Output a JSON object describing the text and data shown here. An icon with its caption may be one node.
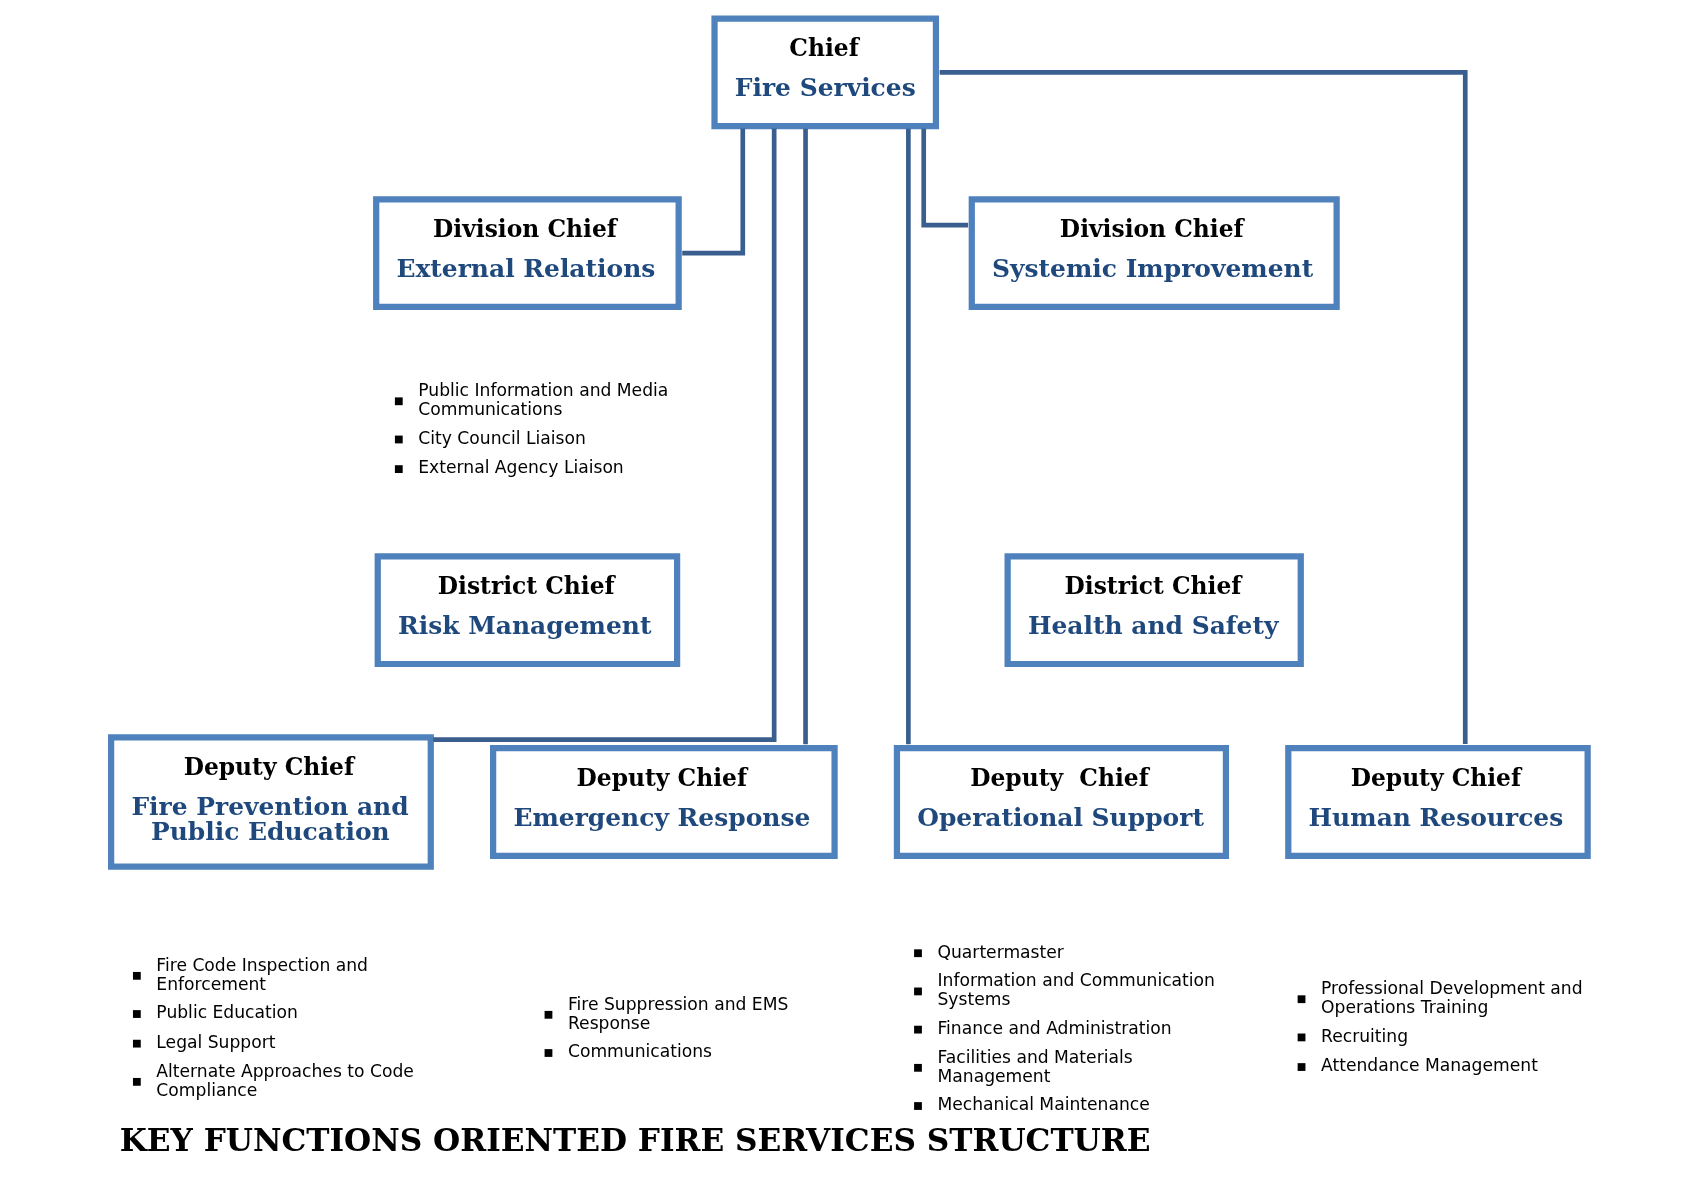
{
  "diagram": {
    "caption": "KEY FUNCTIONS ORIENTED FIRE SERVICES STRUCTURE",
    "nodes": [
      {
        "text": [
          "Chief",
          "Fire Services"
        ]
      },
      {
        "text": [
          "Division Chief",
          "External Relations"
        ],
        "beside": [
          "Public Information and Media Communications",
          "City Council Liaison",
          "External Agency Liaison"
        ]
      },
      {
        "text": [
          "Division Chief",
          "Systemic Improvement"
        ]
      },
      {
        "text": [
          "District Chief",
          "Risk Management"
        ]
      },
      {
        "text": [
          "District Chief",
          "Health and Safety"
        ]
      },
      {
        "text": [
          "Deputy Chief",
          "Fire Prevention and Public Education"
        ],
        "beside": [
          "Fire Code Inspection and Enforcement",
          "Public Education",
          "Legal Support",
          "Alternate Approaches to Code Compliance"
        ]
      },
      {
        "text": [
          "Deputy Chief",
          "Emergency Response"
        ],
        "beside": [
          "Fire Suppression and EMS Response",
          "Communications"
        ]
      },
      {
        "text": [
          "Deputy  Chief",
          "Operational Support"
        ],
        "beside": [
          "Quartermaster",
          "Information and Communication Systems",
          "Finance and Administration",
          "Facilities and Materials Management",
          "Mechanical Maintenance"
        ]
      },
      {
        "text": [
          "Deputy Chief",
          "Human Resources"
        ],
        "beside": [
          "Professional Development and Operations Training",
          "Recruiting",
          "Attendance Management"
        ]
      }
    ],
    "edges": [
      {
        "from": 0,
        "to": 1,
        "arrow": "none"
      },
      {
        "from": 0,
        "to": 2,
        "arrow": "none"
      },
      {
        "from": 0,
        "to": 5,
        "arrow": "none"
      },
      {
        "from": 0,
        "to": 6,
        "arrow": "none"
      },
      {
        "from": 0,
        "to": 7,
        "arrow": "none"
      },
      {
        "from": 0,
        "to": 8,
        "arrow": "none"
      }
    ]
  }
}
